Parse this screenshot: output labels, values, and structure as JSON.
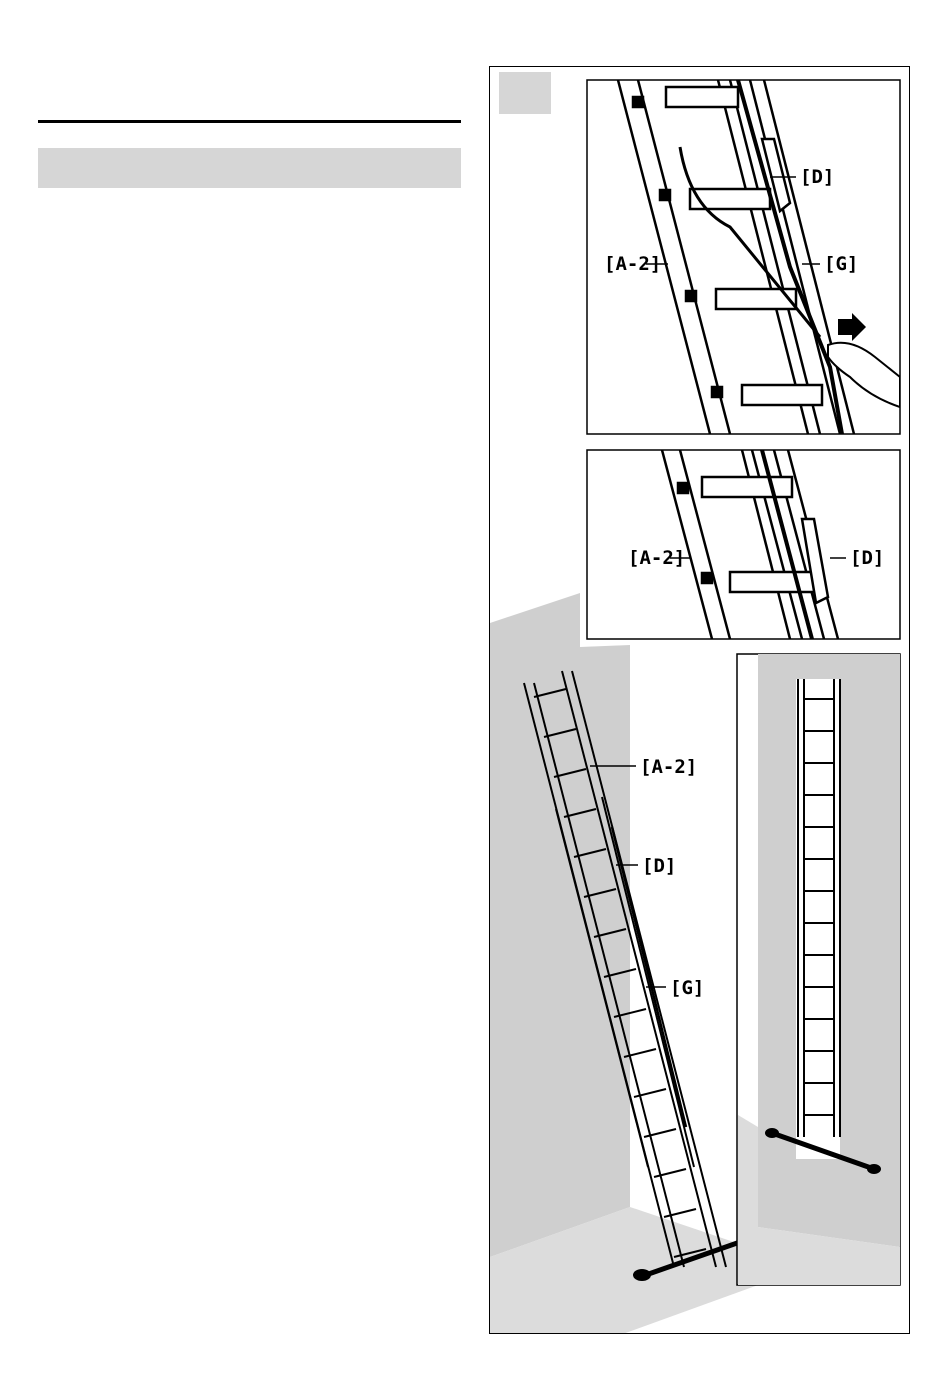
{
  "figure": {
    "labels": {
      "a2": "[A-2]",
      "d": "[D]",
      "g": "[G]"
    }
  },
  "colors": {
    "step_badge": "#d6d6d6",
    "wall": "#cfcfcf",
    "floor": "#dcdcdc",
    "line": "#000000"
  }
}
